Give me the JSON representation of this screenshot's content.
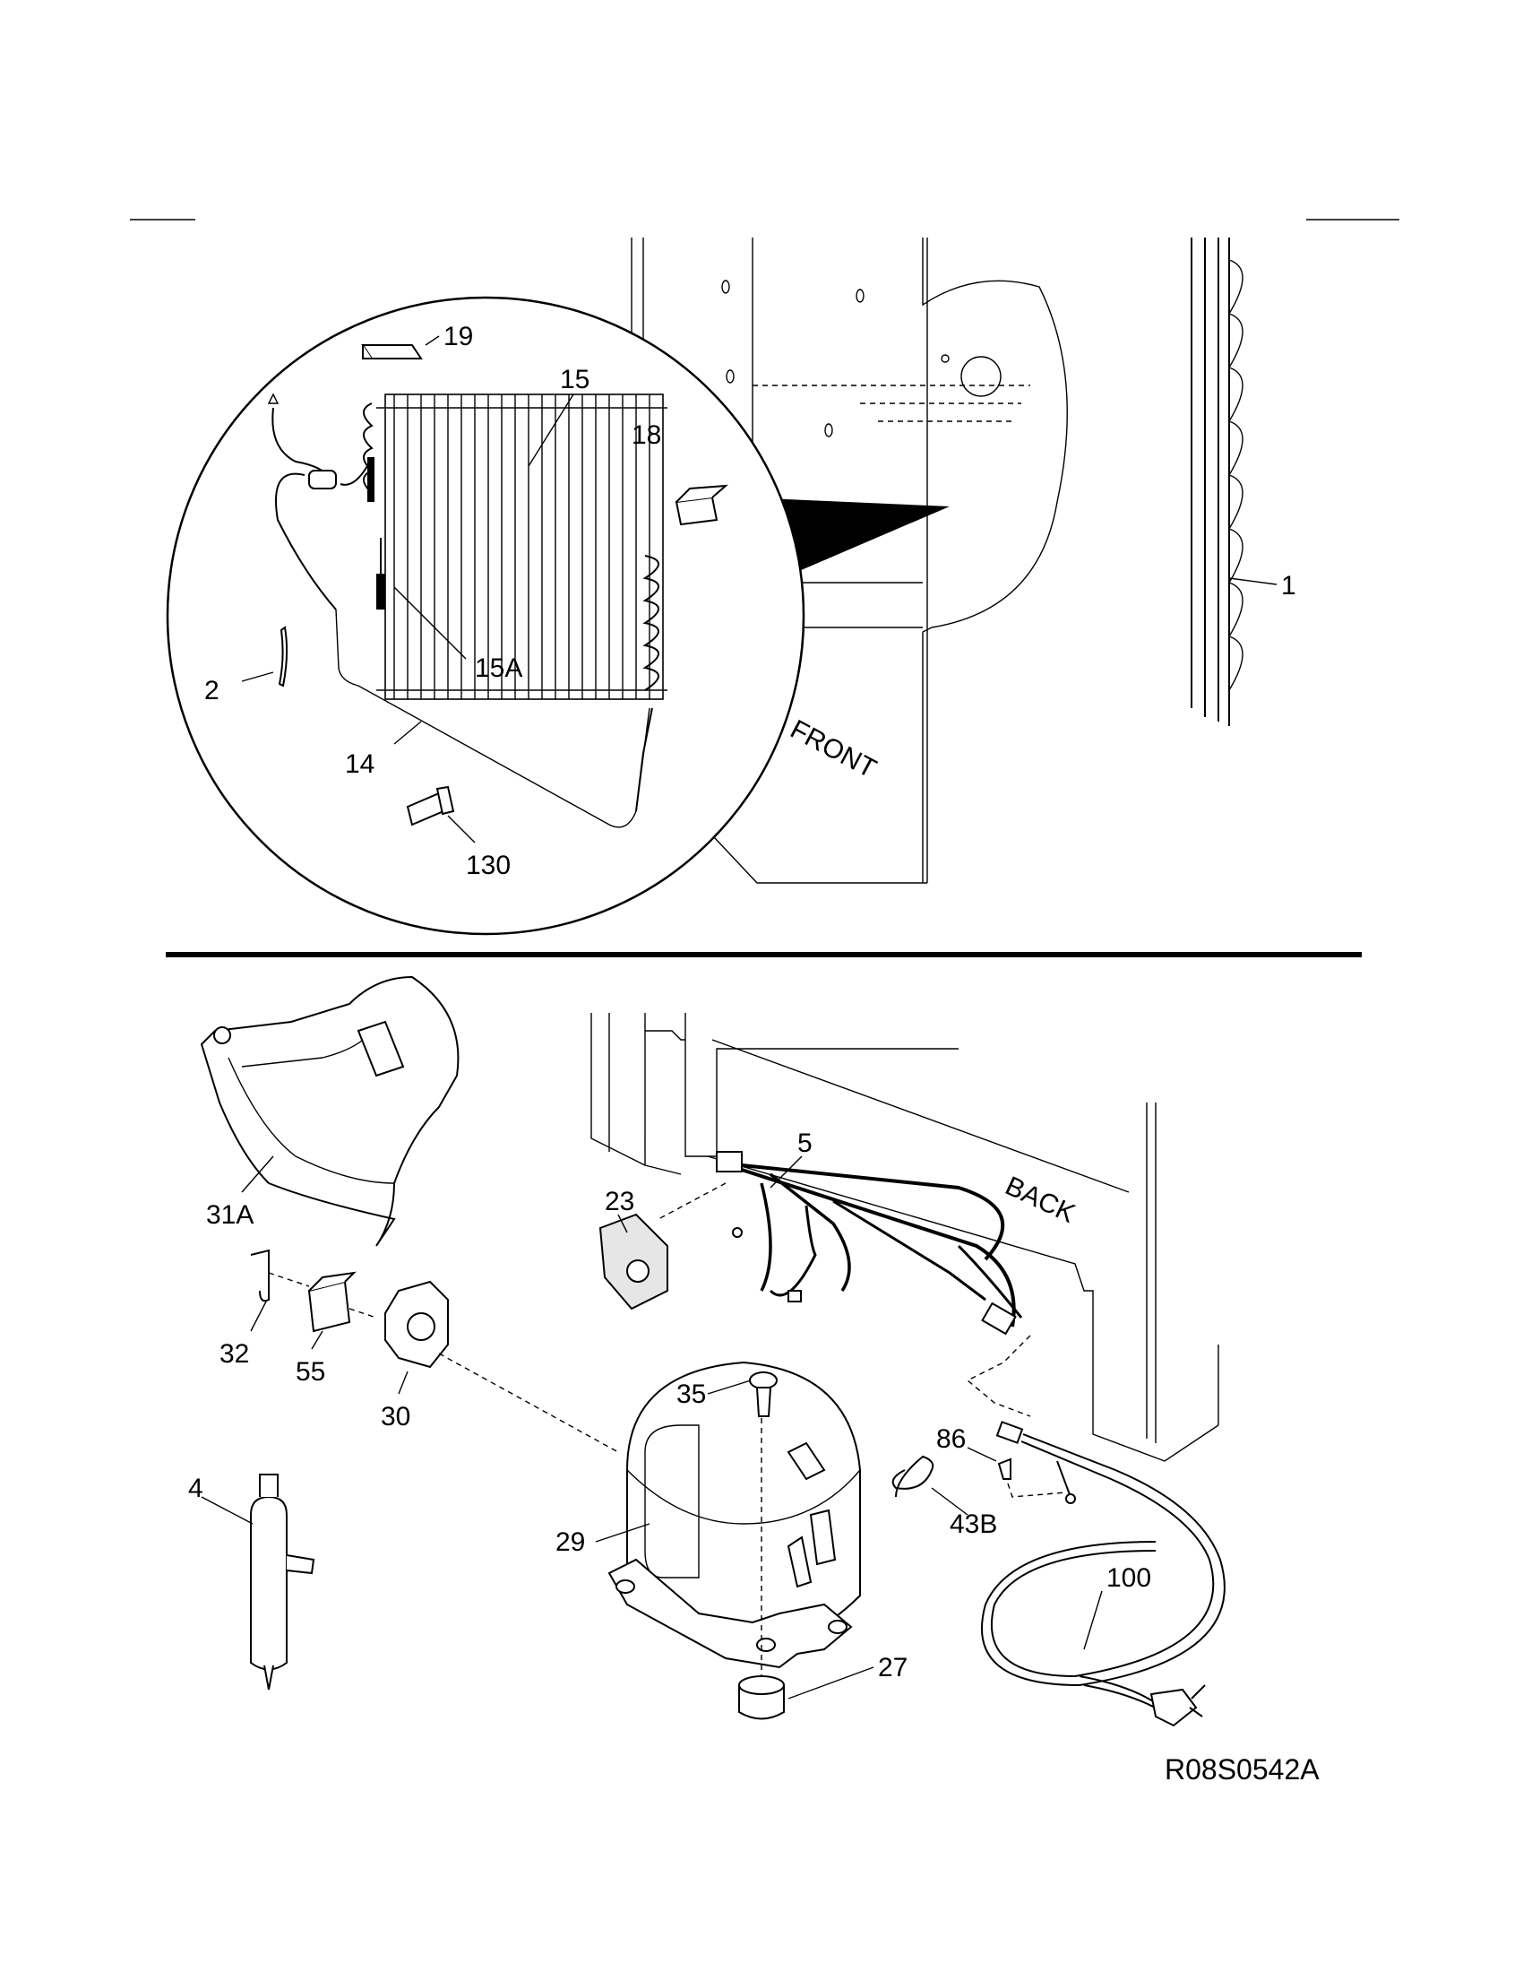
{
  "diagram": {
    "labels": {
      "p19": "19",
      "p15": "15",
      "p18": "18",
      "p1": "1",
      "p15a": "15A",
      "p2": "2",
      "p14": "14",
      "p130": "130",
      "front": "FRONT",
      "p5": "5",
      "back": "BACK",
      "p23": "23",
      "p31a": "31A",
      "p32": "32",
      "p55": "55",
      "p30": "30",
      "p35": "35",
      "p86": "86",
      "p4": "4",
      "p29": "29",
      "p43b": "43B",
      "p100": "100",
      "p27": "27"
    },
    "drawing_code": "R08S0542A"
  }
}
